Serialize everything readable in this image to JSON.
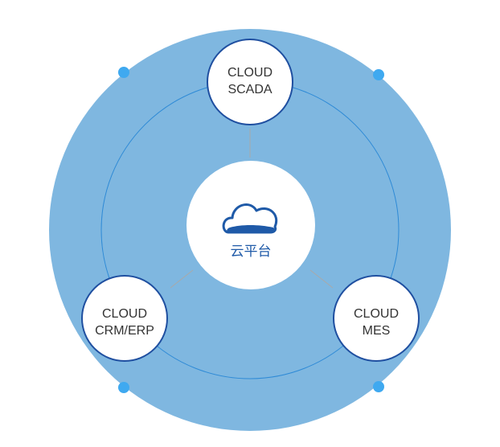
{
  "diagram": {
    "center": {
      "label": "云平台",
      "icon": "cloud-icon"
    },
    "nodes": [
      {
        "id": "scada",
        "lines": [
          "CLOUD",
          "SCADA"
        ]
      },
      {
        "id": "crm",
        "lines": [
          "CLOUD",
          "CRM/ERP"
        ]
      },
      {
        "id": "mes",
        "lines": [
          "CLOUD",
          "MES"
        ]
      }
    ]
  },
  "colors": {
    "outer_disc": "#7fb7e0",
    "inner_ring": "#2e8ad6",
    "node_border": "#1f4fa0",
    "center_text": "#1f5aa8",
    "dot": "#3fa9f0",
    "connector": "#a9a9a9"
  }
}
